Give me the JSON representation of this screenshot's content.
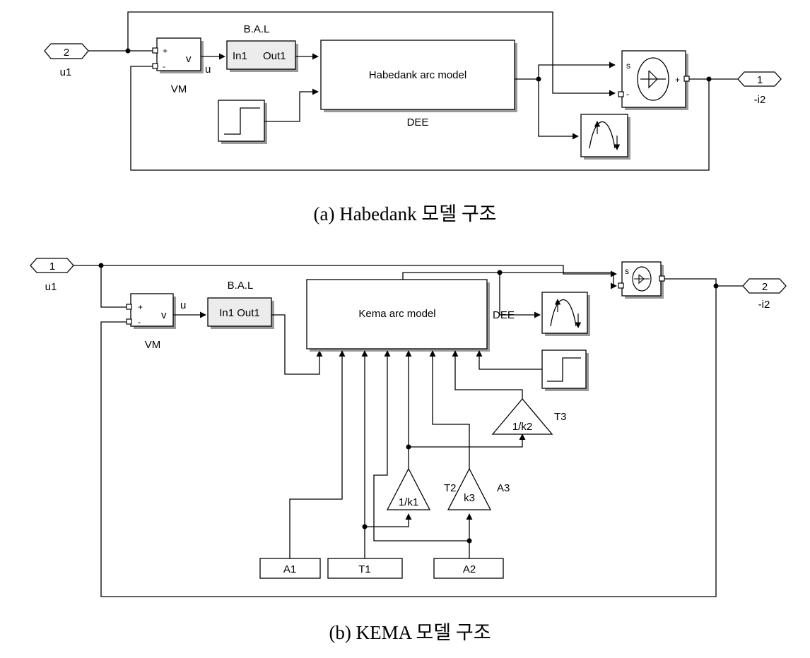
{
  "diagram_a": {
    "caption": "(a)  Habedank  모델  구조",
    "input_port": {
      "number": "2",
      "name": "u1"
    },
    "output_port": {
      "number": "1",
      "name": "-i2"
    },
    "vm_block": {
      "plus": "+",
      "minus": "-",
      "out": "v",
      "name": "VM"
    },
    "wire_label_u": "u",
    "bal_block": {
      "title": "B.A.L",
      "in": "In1",
      "out": "Out1"
    },
    "model_block": {
      "label": "Habedank arc model",
      "name": "DEE"
    },
    "source_block": {
      "s": "s",
      "plus": "+",
      "minus": "-"
    }
  },
  "diagram_b": {
    "caption": "(b)  KEMA  모델  구조",
    "input_port": {
      "number": "1",
      "name": "u1"
    },
    "output_port": {
      "number": "2",
      "name": "-i2"
    },
    "vm_block": {
      "plus": "+",
      "minus": "-",
      "out": "v",
      "name": "VM"
    },
    "wire_label_u": "u",
    "bal_block": {
      "title": "B.A.L",
      "in_out": "In1 Out1"
    },
    "model_block": {
      "label": "Kema arc model",
      "name": "DEE"
    },
    "source_block": {
      "s": "s"
    },
    "gains": {
      "k1": "1/k1",
      "k3": "k3",
      "k2": "1/k2"
    },
    "gain_names": {
      "t2": "T2",
      "a3": "A3",
      "t3": "T3"
    },
    "constants": {
      "a1": "A1",
      "t1": "T1",
      "a2": "A2"
    }
  }
}
